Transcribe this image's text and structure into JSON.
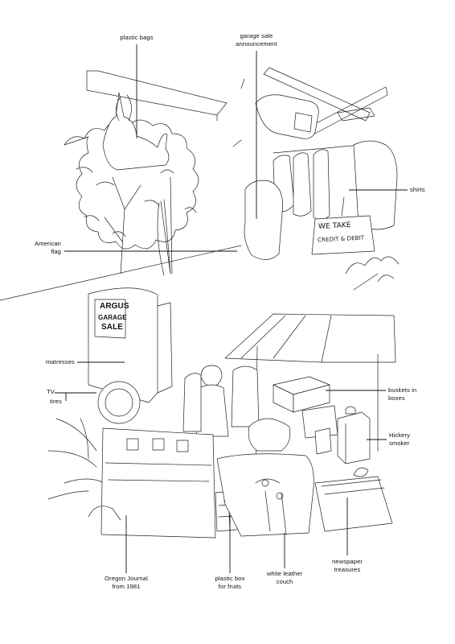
{
  "labels": {
    "plastic_bags": "plastic bags",
    "garage_sale_line1": "garage sale",
    "garage_sale_line2": "announcement",
    "shirts": "shirts",
    "american_flag_line1": "American",
    "american_flag_line2": "flag",
    "matresses": "matresses",
    "tv": "TV",
    "tires": "tires",
    "buskets_line1": "buskets in",
    "buskets_line2": "boxes",
    "hickery_line1": "Hickery",
    "hickery_line2": "smoker",
    "oregon_line1": "Oregon Journal",
    "oregon_line2": "from 1981",
    "plastic_box_line1": "plastic box",
    "plastic_box_line2": "for fruits",
    "couch_line1": "white leather",
    "couch_line2": "couch",
    "newspaper_line1": "newspaper",
    "newspaper_line2": "treasures"
  },
  "signs": {
    "we_take_line1": "WE TAKE",
    "we_take_line2": "CREDIT & DEBIT",
    "argus_line1": "ARGUS",
    "argus_line2": "GARAGE",
    "argus_line3": "SALE"
  }
}
